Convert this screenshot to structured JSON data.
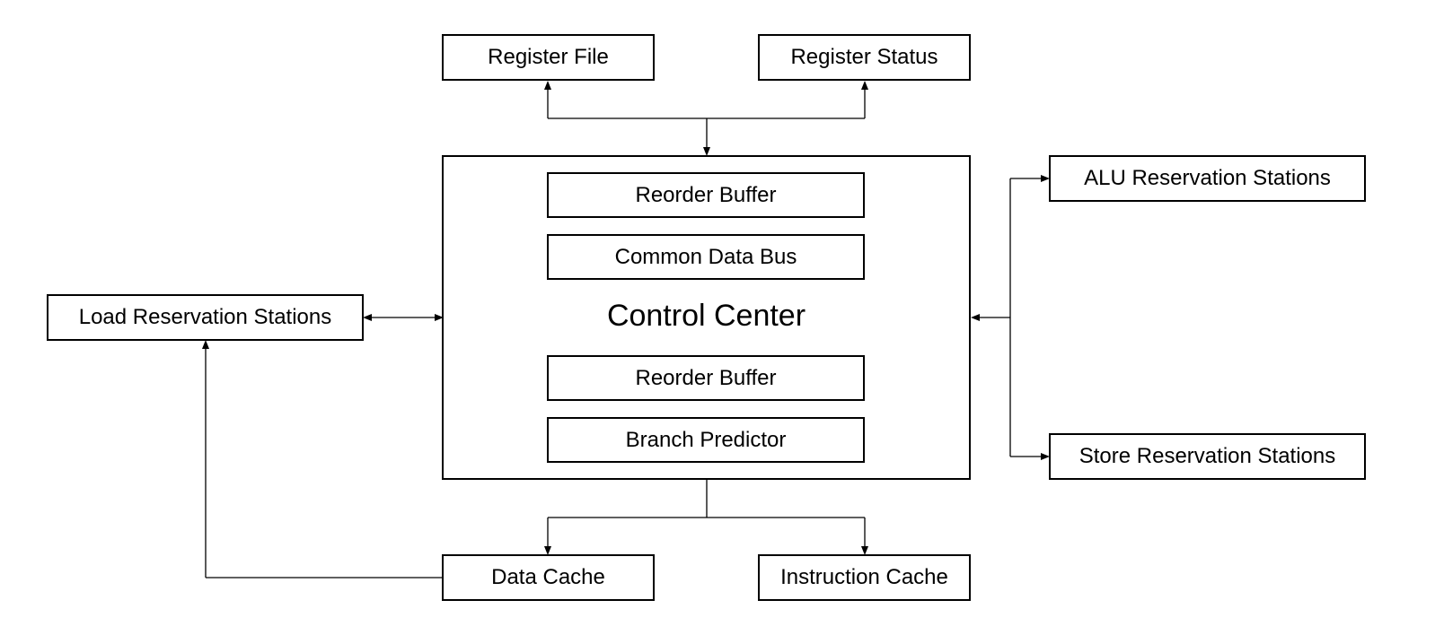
{
  "diagram": {
    "nodes": {
      "register_file": "Register File",
      "register_status": "Register Status",
      "control_center": "Control Center",
      "reorder_buffer_top": "Reorder Buffer",
      "common_data_bus": "Common Data Bus",
      "reorder_buffer_bottom": "Reorder Buffer",
      "branch_predictor": "Branch Predictor",
      "load_rs": "Load Reservation Stations",
      "alu_rs": "ALU Reservation Stations",
      "store_rs": "Store Reservation Stations",
      "data_cache": "Data Cache",
      "instruction_cache": "Instruction Cache"
    },
    "edges": [
      {
        "from": "control_center",
        "to": "register_file"
      },
      {
        "from": "control_center",
        "to": "register_status"
      },
      {
        "from": "load_rs",
        "to": "control_center",
        "bidirectional": true
      },
      {
        "from": "alu_rs",
        "to": "control_center",
        "bidirectional": true
      },
      {
        "from": "store_rs",
        "to": "control_center",
        "bidirectional": true
      },
      {
        "from": "control_center",
        "to": "data_cache"
      },
      {
        "from": "control_center",
        "to": "instruction_cache"
      },
      {
        "from": "data_cache",
        "to": "load_rs"
      }
    ]
  }
}
